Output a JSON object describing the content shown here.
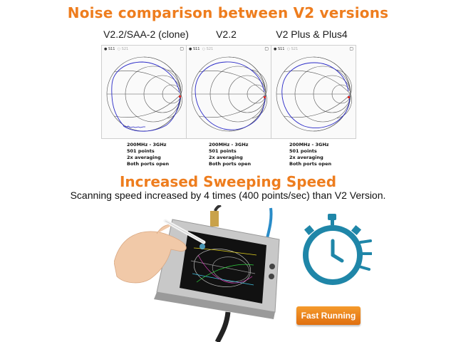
{
  "header": {
    "title": "Noise comparison between V2 versions"
  },
  "panels": [
    {
      "version": "V2.2/SAA-2 (clone)",
      "s11": "S11",
      "s21": "S21",
      "notes": [
        "200MHz - 3GHz",
        "501 points",
        "2x averaging",
        "Both ports open"
      ]
    },
    {
      "version": "V2.2",
      "s11": "S11",
      "s21": "S21",
      "notes": [
        "200MHz - 3GHz",
        "501 points",
        "2x averaging",
        "Both ports open"
      ]
    },
    {
      "version": "V2 Plus & Plus4",
      "s11": "S11",
      "s21": "S21",
      "notes": [
        "200MHz - 3GHz",
        "501 points",
        "2x averaging",
        "Both ports open"
      ]
    }
  ],
  "speed": {
    "title": "Increased Sweeping Speed",
    "subtitle": "Scanning speed increased by 4 times (400 points/sec) than V2 Version."
  },
  "badge": {
    "label": "Fast Running"
  },
  "colors": {
    "accent": "#ee7d1e",
    "trace": "#2b2bc8",
    "stopwatch": "#1f86a8"
  }
}
